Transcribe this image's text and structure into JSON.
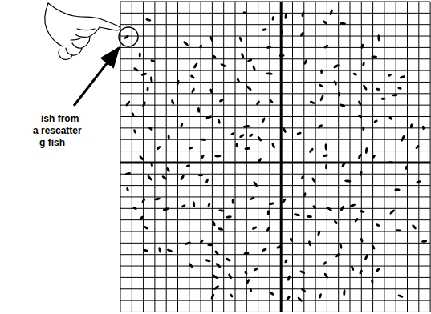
{
  "diagram": {
    "labels": [
      "ish from",
      "a rescatter",
      "g fish"
    ]
  }
}
